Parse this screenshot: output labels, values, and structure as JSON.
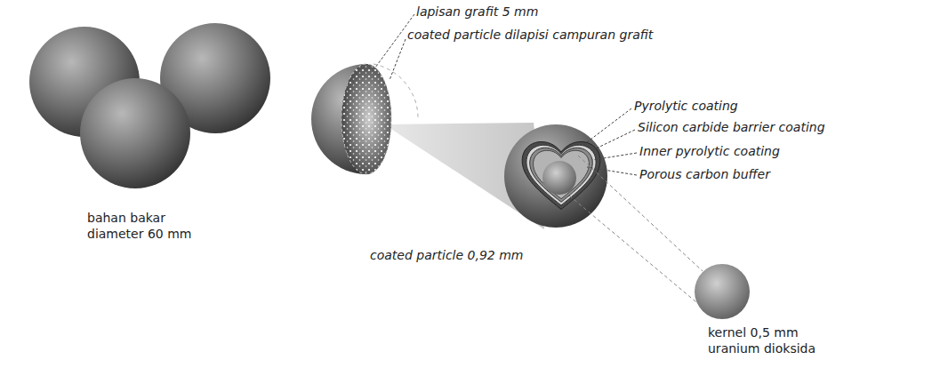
{
  "diagram": {
    "labels": [
      "lapisan grafit 5 mm",
      "coated particle dilapisi campuran grafit",
      "Pyrolytic coating",
      "Silicon carbide barrier coating",
      "Inner pyrolytic coating",
      "Porous carbon buffer",
      "bahan bakar diameter 60 mm",
      "coated particle 0,92 mm",
      "kernel 0,5 mm uranium dioksida"
    ]
  }
}
